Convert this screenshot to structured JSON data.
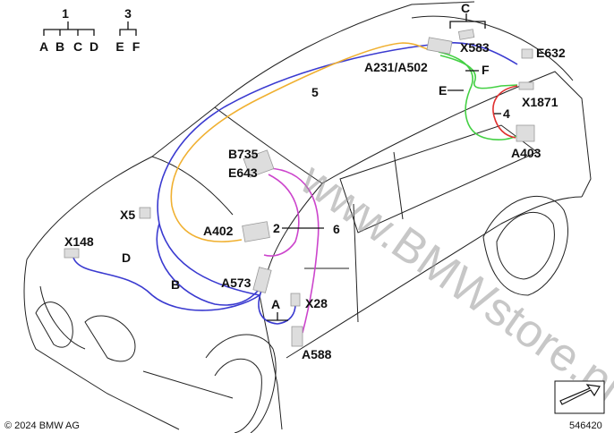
{
  "legend": {
    "group1": {
      "number": "1",
      "letters": [
        "A",
        "B",
        "C",
        "D"
      ]
    },
    "group3": {
      "number": "3",
      "letters": [
        "E",
        "F"
      ]
    }
  },
  "labels": {
    "C": "C",
    "X583": "X583",
    "E632": "E632",
    "A231_A502": "A231/A502",
    "F": "F",
    "n5": "5",
    "E": "E",
    "X1871": "X1871",
    "n4": "4",
    "A403": "A403",
    "B735": "B735",
    "E643": "E643",
    "X5": "X5",
    "A402": "A402",
    "n2": "2",
    "n6": "6",
    "X148": "X148",
    "D": "D",
    "B": "B",
    "A573": "A573",
    "X28": "X28",
    "A": "A",
    "A588": "A588"
  },
  "watermark": "www.BMWstore.pl",
  "copyright": "© 2024 BMW AG",
  "diagram_number": "546420",
  "colors": {
    "blue": "#3a3ad0",
    "orange": "#f0b030",
    "purple": "#cc44cc",
    "green": "#44d044",
    "red": "#e03030"
  }
}
